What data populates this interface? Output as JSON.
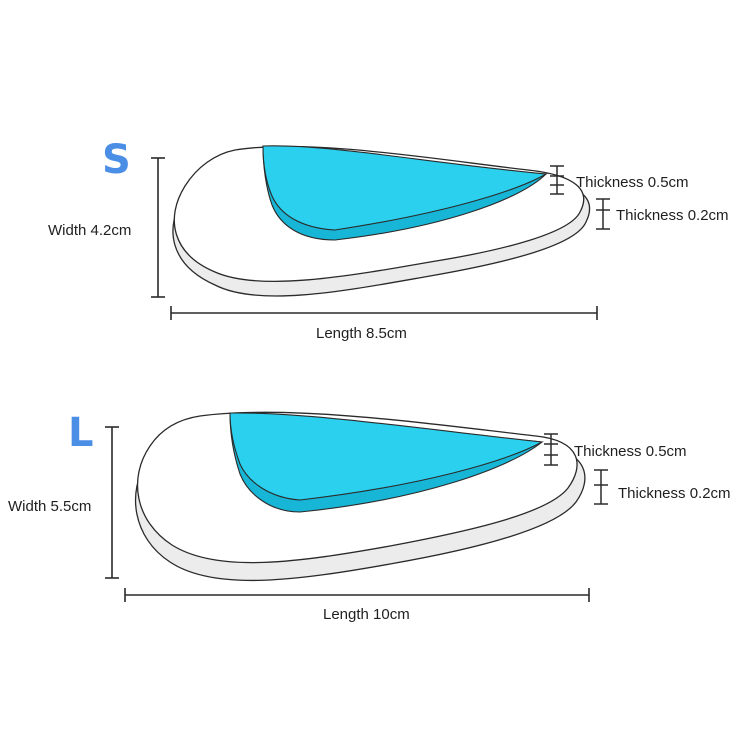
{
  "diagrams": [
    {
      "size_label": "S",
      "width_label": "Width 4.2cm",
      "length_label": "Length 8.5cm",
      "thickness_top_label": "Thickness 0.5cm",
      "thickness_bottom_label": "Thickness 0.2cm"
    },
    {
      "size_label": "L",
      "width_label": "Width 5.5cm",
      "length_label": "Length 10cm",
      "thickness_top_label": "Thickness 0.5cm",
      "thickness_bottom_label": "Thickness 0.2cm"
    }
  ],
  "colors": {
    "size_letter": "#4a8ee6",
    "gel_pad": "#2bd0ee",
    "gel_pad_dark": "#17b6d6",
    "outline": "#2a2a2a",
    "sole_edge": "#ececec"
  }
}
